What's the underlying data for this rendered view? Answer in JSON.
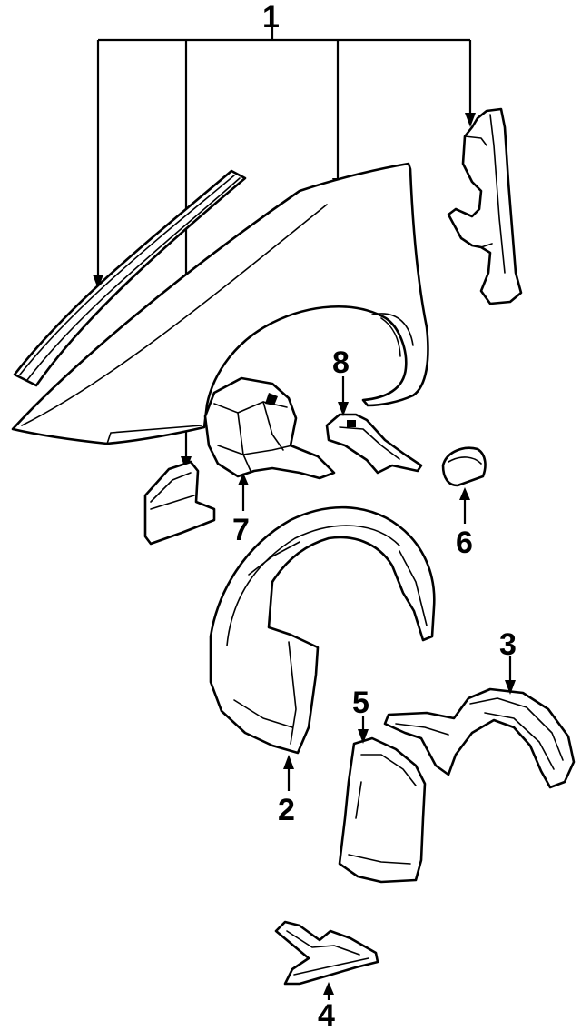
{
  "callouts": {
    "c1": "1",
    "c2": "2",
    "c3": "3",
    "c4": "4",
    "c5": "5",
    "c6": "6",
    "c7": "7",
    "c8": "8"
  },
  "colors": {
    "line": "#000000",
    "background": "#ffffff"
  }
}
